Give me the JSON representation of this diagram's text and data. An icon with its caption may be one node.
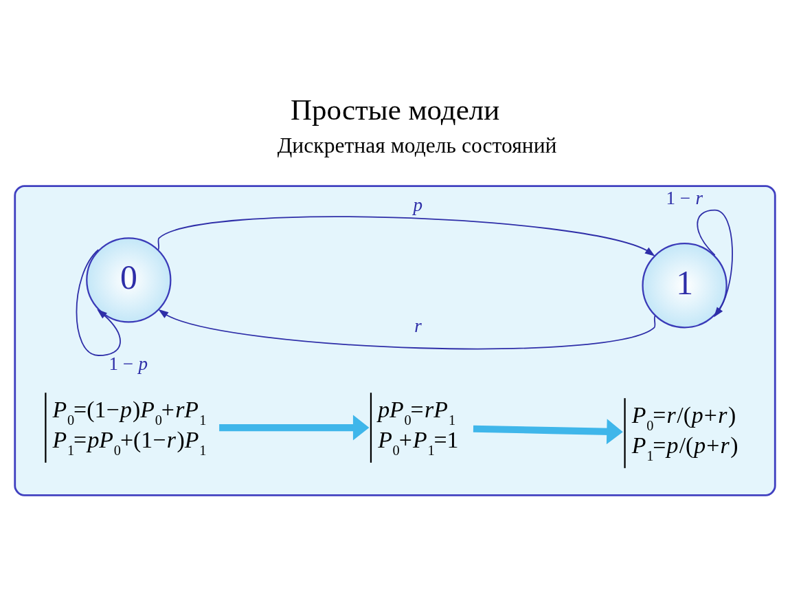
{
  "diagram": {
    "title": "Простые модели",
    "nodes": [
      {
        "text": [],
        "shape": "box"
      },
      {
        "text": [
          "0"
        ],
        "in": 0
      },
      {
        "text": [
          "1"
        ],
        "in": 0
      },
      {
        "text": [
          "*P*$_{0}$=(1−*p*)*P*$_{0}$+*rP*$_{1}$",
          "*P*$_{1}$=*pP*$_{0}$+(1−*r*)*P*$_{1}$"
        ],
        "in": 0
      },
      {
        "text": [
          "*pP*$_{0}$=*rP*$_{1}$",
          "*P*$_{0}$+*P*$_{1}$=1"
        ],
        "in": 0
      },
      {
        "text": [
          "*P*$_{0}$=*r*/(*p*+*r*)",
          "*P*$_{1}$=*p*/(*p*+*r*)"
        ],
        "in": 0
      }
    ],
    "edges": [
      {
        "from": 1,
        "to": 1,
        "arrow": "to",
        "label": "1 − *p*"
      },
      {
        "from": 1,
        "to": 2,
        "arrow": "to",
        "label": "*p*"
      },
      {
        "from": 2,
        "to": 1,
        "arrow": "to",
        "label": "*r*"
      },
      {
        "from": 2,
        "to": 2,
        "arrow": "to",
        "label": "1 − *r*"
      },
      {
        "from": 3,
        "to": 4,
        "arrow": "to",
        "style": "thick",
        "color": "#3fb6ea"
      },
      {
        "from": 4,
        "to": 5,
        "arrow": "to",
        "style": "thick",
        "color": "#3fb6ea"
      }
    ],
    "labels": [
      "Дискретная модель состояний"
    ]
  }
}
